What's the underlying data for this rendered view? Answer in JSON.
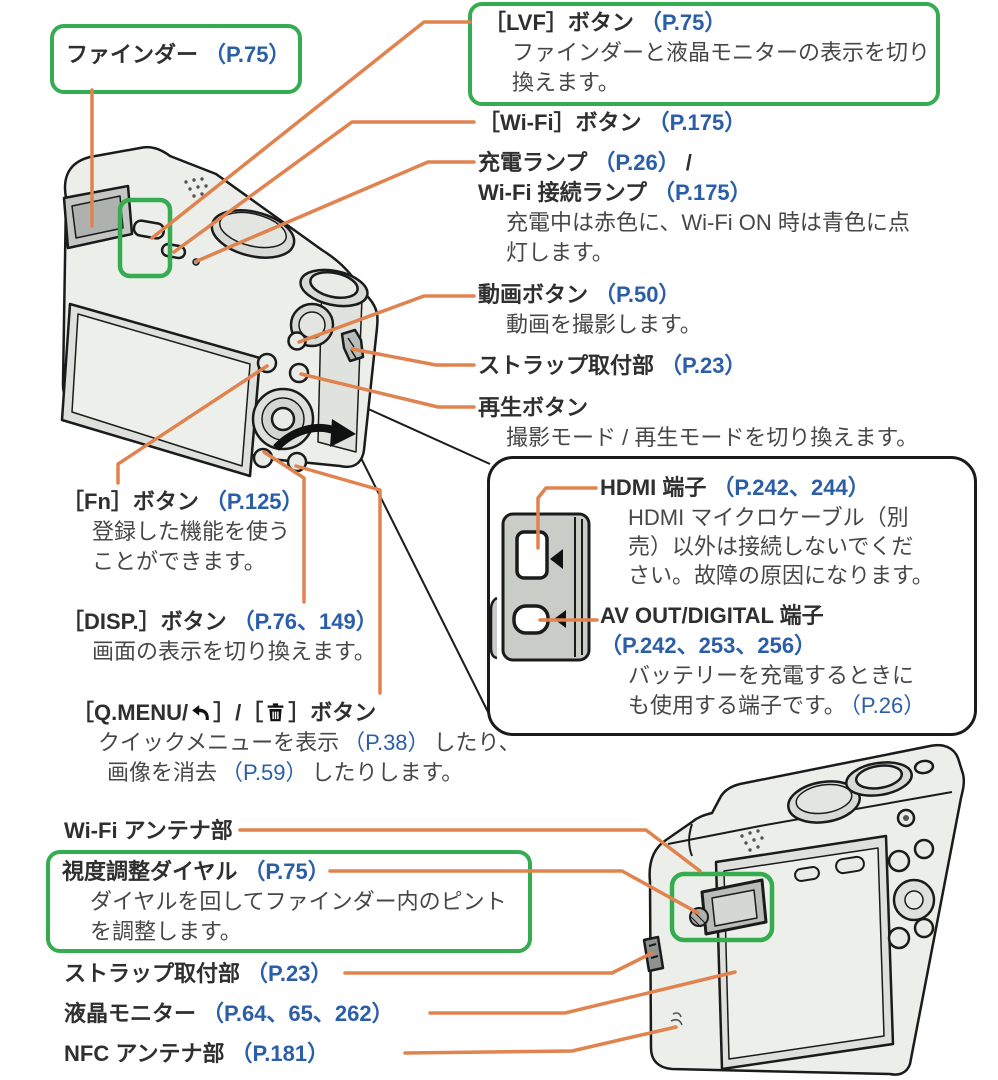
{
  "page": {
    "type": "camera-manual-parts-diagram",
    "background": "#ffffff"
  },
  "colors": {
    "connector_orange": "#E0834F",
    "page_ref_blue": "#2B5EA9",
    "highlight_green": "#35AC50",
    "outline_black": "#1B1B1B",
    "label_text": "#2F2F2F",
    "description_text": "#474747"
  },
  "icons": {
    "qmenu_return": "undo-return-arrow-icon",
    "qmenu_trash": "trash-can-icon",
    "hdmi_pointer": "left-triangle-icon",
    "av_pointer": "left-triangle-icon",
    "door_open": "curved-black-arrow-icon"
  },
  "callouts": {
    "finder": {
      "label": "ファインダー",
      "ref": "（P.75）"
    },
    "lvf": {
      "label": "［LVF］ボタン",
      "ref": "（P.75）",
      "desc": [
        "ファインダーと液晶モニターの表示を切り",
        "換えます。"
      ]
    },
    "wifi_button": {
      "label": "［Wi-Fi］ボタン",
      "ref": "（P.175）"
    },
    "charge_lamp": {
      "label1": "充電ランプ",
      "ref1": "（P.26）",
      "slash": "/",
      "label2": "Wi-Fi 接続ランプ",
      "ref2": "（P.175）",
      "desc": [
        "充電中は赤色に、Wi-Fi ON 時は青色に点",
        "灯します。"
      ]
    },
    "movie": {
      "label": "動画ボタン",
      "ref": "（P.50）",
      "desc": [
        "動画を撮影します。"
      ]
    },
    "strap_top": {
      "label": "ストラップ取付部",
      "ref": "（P.23）"
    },
    "playback": {
      "label": "再生ボタン",
      "desc": [
        "撮影モード / 再生モードを切り換えます。"
      ]
    },
    "hdmi": {
      "label": "HDMI 端子",
      "ref": "（P.242、244）",
      "desc": [
        "HDMI マイクロケーブル（別",
        "売）以外は接続しないでくだ",
        "さい。故障の原因になります。"
      ]
    },
    "av_out": {
      "label": "AV OUT/DIGITAL 端子",
      "ref": "（P.242、253、256）",
      "desc1": "バッテリーを充電するときに",
      "desc2": "も使用する端子です。",
      "desc2_ref": "（P.26）"
    },
    "fn": {
      "label": "［Fn］ボタン",
      "ref": "（P.125）",
      "desc": [
        "登録した機能を使う",
        "ことができます。"
      ]
    },
    "disp": {
      "label": "［DISP.］ボタン",
      "ref": "（P.76、149）",
      "desc": [
        "画面の表示を切り換えます。"
      ]
    },
    "qmenu": {
      "label_pre": "［Q.MENU/",
      "label_mid": "］/［",
      "label_post": "］ボタン",
      "desc1a": "クイックメニューを表示",
      "desc1_ref": "（P.38）",
      "desc1b": "したり、",
      "desc2a": "画像を消去",
      "desc2_ref": "（P.59）",
      "desc2b": "したりします。"
    },
    "wifi_antenna": {
      "label": "Wi-Fi アンテナ部"
    },
    "diopter": {
      "label": "視度調整ダイヤル",
      "ref": "（P.75）",
      "desc": [
        "ダイヤルを回してファインダー内のピント",
        "を調整します。"
      ]
    },
    "strap_bottom": {
      "label": "ストラップ取付部",
      "ref": "（P.23）"
    },
    "lcd": {
      "label": "液晶モニター",
      "ref": "（P.64、65、262）"
    },
    "nfc": {
      "label": "NFC アンテナ部",
      "ref": "（P.181）"
    }
  }
}
